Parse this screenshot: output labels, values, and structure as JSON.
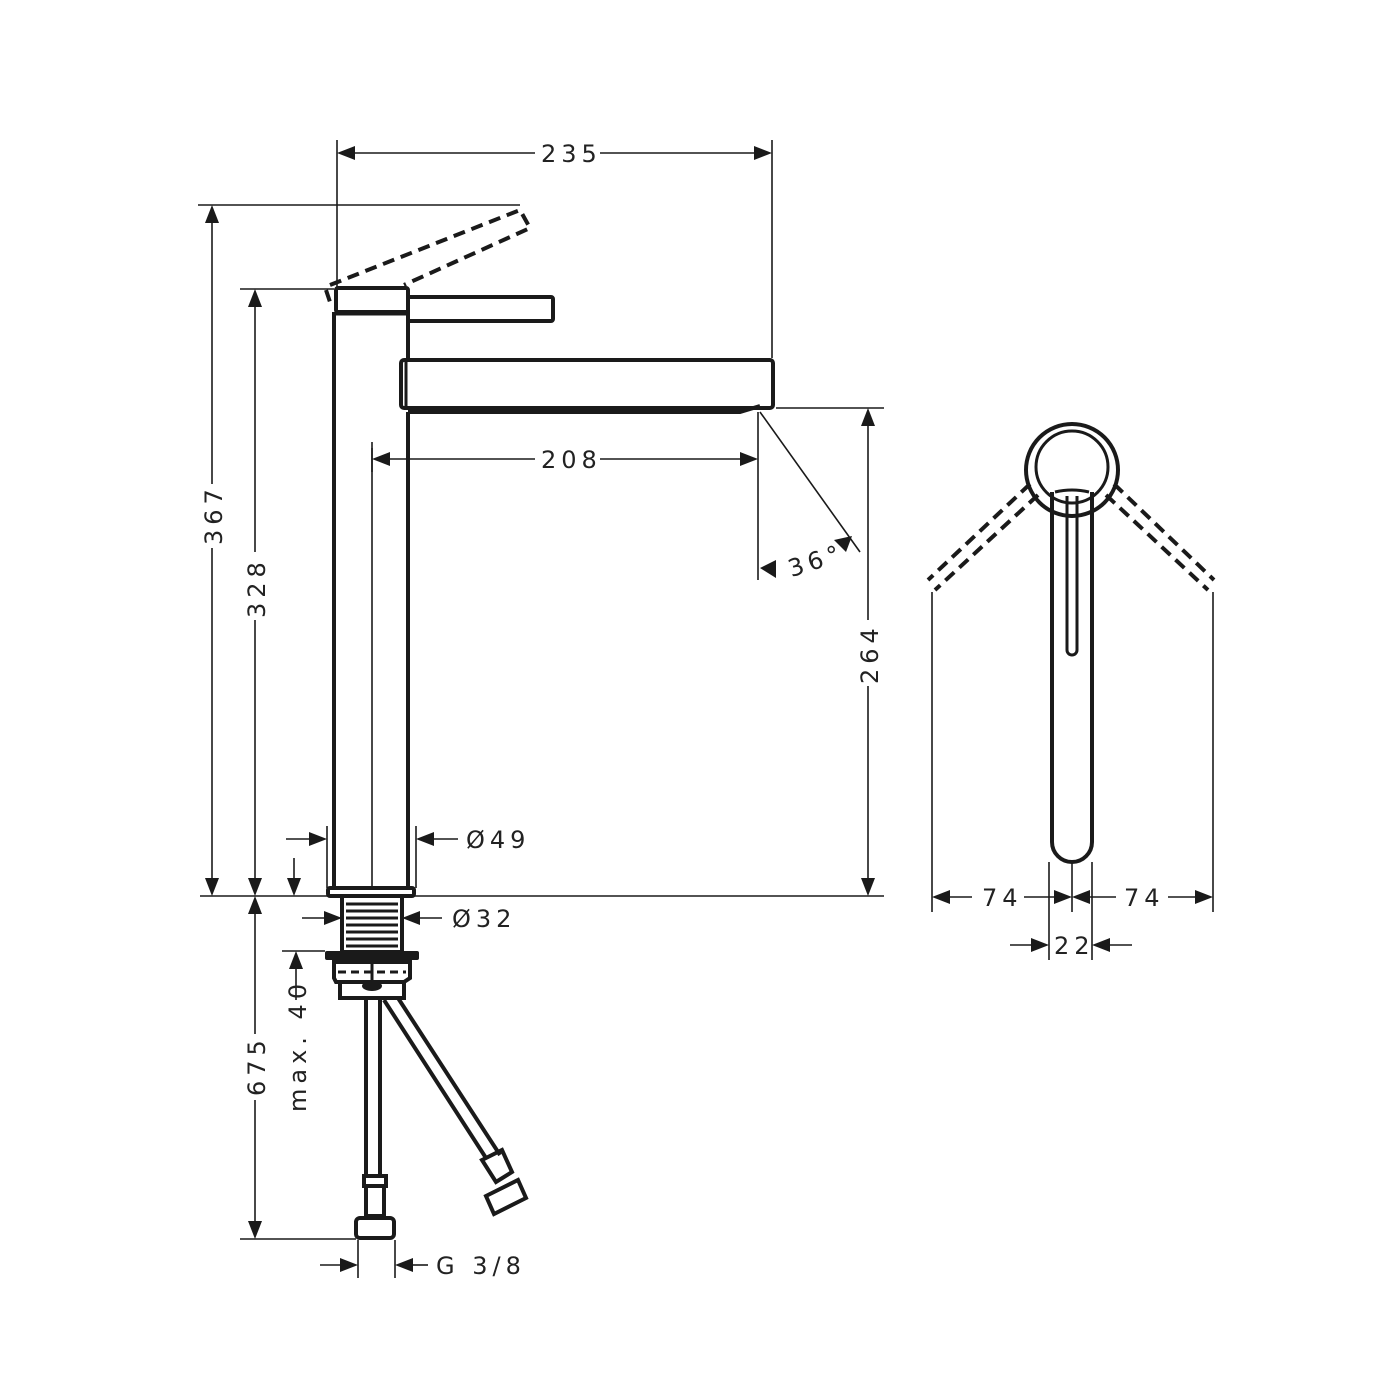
{
  "drawing": {
    "title": "Basin mixer technical drawing",
    "line_color": "#1a1a1a",
    "background": "#ffffff"
  },
  "side_view": {
    "dimensions": {
      "overall_width": "235",
      "spout_reach": "208",
      "height_with_lever_open": "367",
      "height_body": "328",
      "spout_height": "264",
      "spout_angle": "36°",
      "body_diameter": "Ø49",
      "thread_diameter": "Ø32",
      "max_deck_thickness": "max. 40",
      "hose_length": "675",
      "hose_connection": "G 3/8"
    }
  },
  "top_view": {
    "dimensions": {
      "lever_swing_left": "74",
      "lever_swing_right": "74",
      "lever_width": "22"
    }
  }
}
